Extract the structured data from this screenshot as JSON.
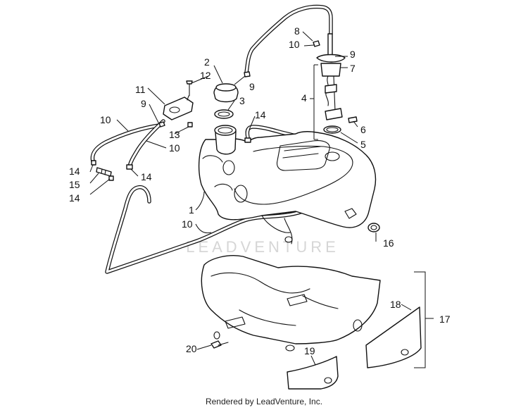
{
  "watermark": "LEADVENTURE",
  "footer": "Rendered by LeadVenture, Inc.",
  "callouts": {
    "c1": "1",
    "c2": "2",
    "c3": "3",
    "c4": "4",
    "c5": "5",
    "c6": "6",
    "c7": "7",
    "c8": "8",
    "c9a": "9",
    "c9b": "9",
    "c9c": "9",
    "c10a": "10",
    "c10b": "10",
    "c10c": "10",
    "c10d": "10",
    "c11": "11",
    "c12": "12",
    "c13": "13",
    "c14a": "14",
    "c14b": "14",
    "c14c": "14",
    "c14d": "14",
    "c15": "15",
    "c16": "16",
    "c17": "17",
    "c18": "18",
    "c19": "19",
    "c20": "20"
  }
}
